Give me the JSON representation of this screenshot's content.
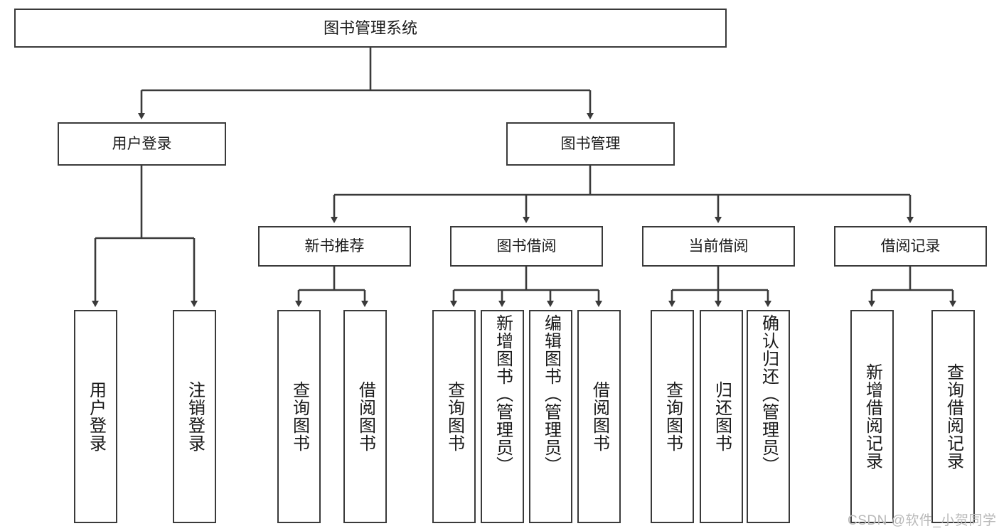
{
  "diagram": {
    "type": "hierarchy-tree",
    "title": "图书管理系统",
    "root": {
      "label": "图书管理系统"
    },
    "level1": [
      {
        "label": "用户登录"
      },
      {
        "label": "图书管理"
      }
    ],
    "level2": [
      {
        "label": "新书推荐"
      },
      {
        "label": "图书借阅"
      },
      {
        "label": "当前借阅"
      },
      {
        "label": "借阅记录"
      }
    ],
    "leaves": {
      "user_login": [
        {
          "label": "用户登录"
        },
        {
          "label": "注销登录"
        }
      ],
      "new_book_recommend": [
        {
          "label": "查询图书"
        },
        {
          "label": "借阅图书"
        }
      ],
      "book_borrow": [
        {
          "label": "查询图书"
        },
        {
          "label": "新增图书（管理员）"
        },
        {
          "label": "编辑图书（管理员）"
        },
        {
          "label": "借阅图书"
        }
      ],
      "current_borrow": [
        {
          "label": "查询图书"
        },
        {
          "label": "归还图书"
        },
        {
          "label": "确认归还（管理员）"
        }
      ],
      "borrow_record": [
        {
          "label": "新增借阅记录"
        },
        {
          "label": "查询借阅记录"
        }
      ]
    }
  },
  "watermark": {
    "text": "CSDN @软件_小贺同学"
  },
  "colors": {
    "stroke": "#3a3a3a",
    "box_fill": "#ffffff",
    "text": "#1a1a1a",
    "watermark": "#b9b9b9",
    "background": "#ffffff"
  }
}
